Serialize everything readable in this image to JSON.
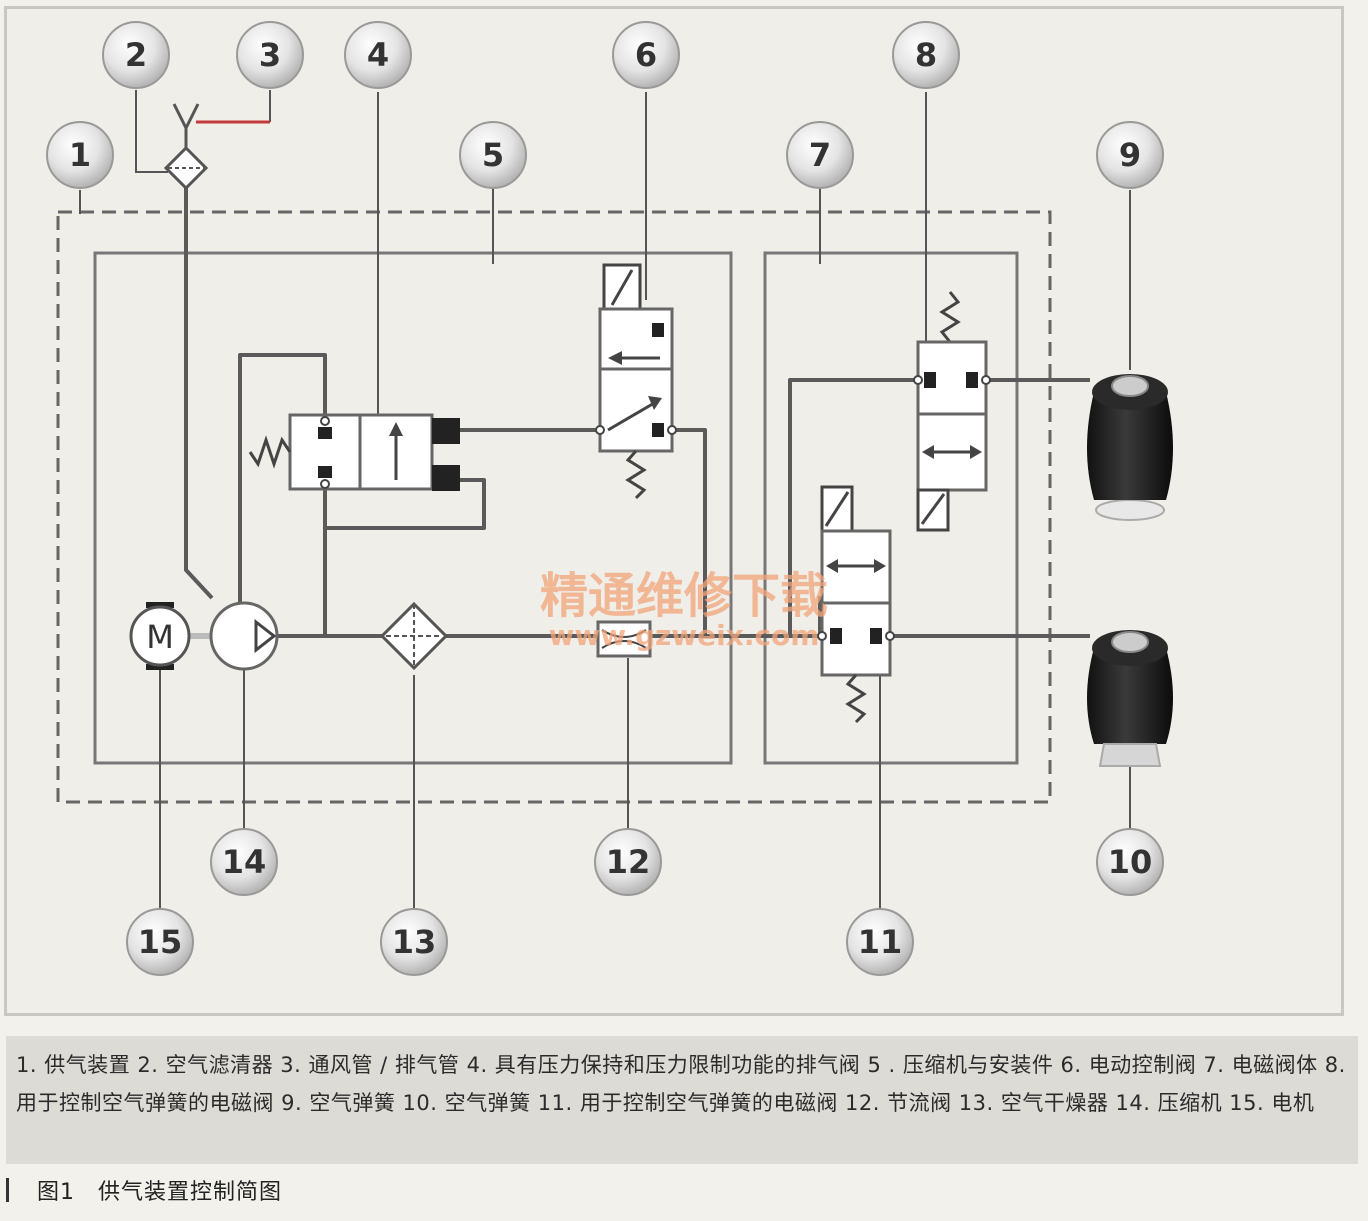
{
  "diagram": {
    "labels": {
      "n1": "1",
      "n2": "2",
      "n3": "3",
      "n4": "4",
      "n5": "5",
      "n6": "6",
      "n7": "7",
      "n8": "8",
      "n9": "9",
      "n10": "10",
      "n11": "11",
      "n12": "12",
      "n13": "13",
      "n14": "14",
      "n15": "15"
    },
    "motor_symbol": "M",
    "watermark": {
      "title": "精通维修下载",
      "url": "www.gzweix.com"
    }
  },
  "caption": {
    "text": "1. 供气装置 2. 空气滤清器 3. 通风管 / 排气管 4. 具有压力保持和压力限制功能的排气阀 5 . 压缩机与安装件 6. 电动控制阀 7. 电磁阀体 8. 用于控制空气弹簧的电磁阀 9. 空气弹簧 10. 空气弹簧 11. 用于控制空气弹簧的电磁阀 12. 节流阀 13. 空气干燥器 14. 压缩机 15. 电机"
  },
  "figure_title": "图1　供气装置控制简图",
  "colors": {
    "line": "#5a5a5a",
    "vent_red": "#c23a3a",
    "watermark": "#f2a57a"
  }
}
